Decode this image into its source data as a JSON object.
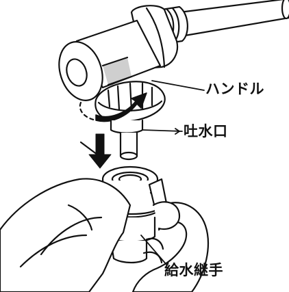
{
  "labels": {
    "handle": "ハンドル",
    "water_outlet": "吐水口",
    "water_supply_joint": "給水継手"
  },
  "colors": {
    "line": "#111111",
    "fill": "#ffffff",
    "shade": "#cfcfcf"
  }
}
